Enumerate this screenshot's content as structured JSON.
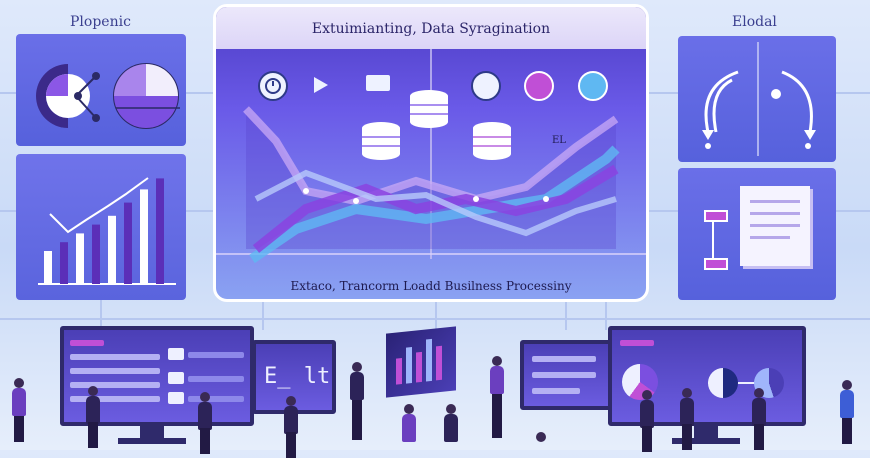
{
  "header": {
    "title": "Extuimianting, Data Syragination"
  },
  "left_panel": {
    "label": "Plopenic"
  },
  "right_panel": {
    "label": "Elodal"
  },
  "center_panel": {
    "marker": "EL",
    "caption": "Extaco, Trancorm Loadd Busilness Processiny"
  },
  "bar_chart": {
    "values": [
      0.3,
      0.38,
      0.46,
      0.54,
      0.62,
      0.74,
      0.86,
      0.96
    ]
  },
  "monitor_left_small": {
    "text": "E̲ lt"
  },
  "colors": {
    "accent": "#7b4fe0",
    "navy": "#2f2a6b",
    "panel_blue": "#5b67e6",
    "bg": "#dfe9fb"
  },
  "icons": [
    "clock-icon",
    "play-icon",
    "list-icon",
    "dollar-icon",
    "magnify-icon",
    "refresh-icon"
  ]
}
